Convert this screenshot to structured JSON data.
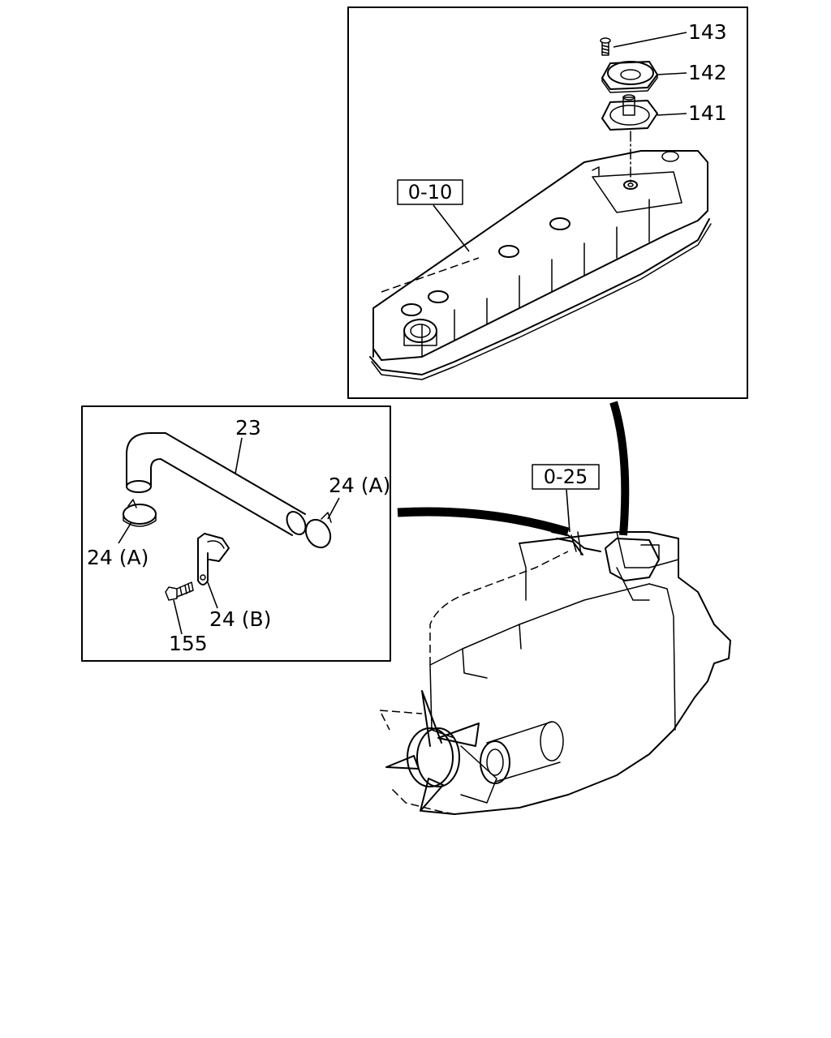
{
  "diagram": {
    "callouts": {
      "p143": "143",
      "p142": "142",
      "p141": "141",
      "p23": "23",
      "p24a_right": "24 (A)",
      "p24a_left": "24 (A)",
      "p24b": "24 (B)",
      "p155": "155"
    },
    "references": {
      "ref_top": "0-10",
      "ref_engine": "0-25"
    }
  }
}
